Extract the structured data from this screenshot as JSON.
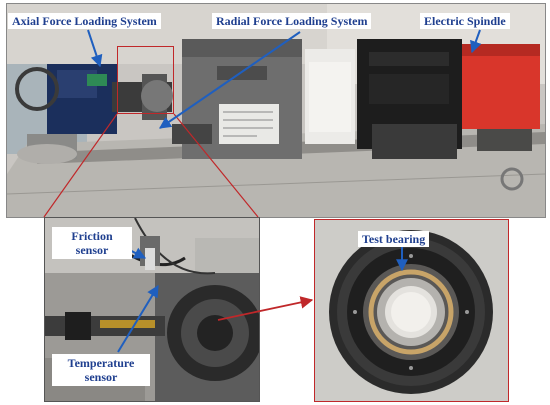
{
  "labels": {
    "axial_force": "Axial Force Loading System",
    "radial_force": "Radial Force Loading System",
    "electric_spindle": "Electric Spindle",
    "friction_sensor": "Friction sensor",
    "temperature_sensor": "Temperature sensor",
    "test_bearing": "Test bearing"
  },
  "device_plate_text": "",
  "colors": {
    "label_text": "#1f3f8f",
    "arrow_blue": "#1f5fbf",
    "callout_red": "#c0282a",
    "spindle_red": "#d9362b"
  }
}
